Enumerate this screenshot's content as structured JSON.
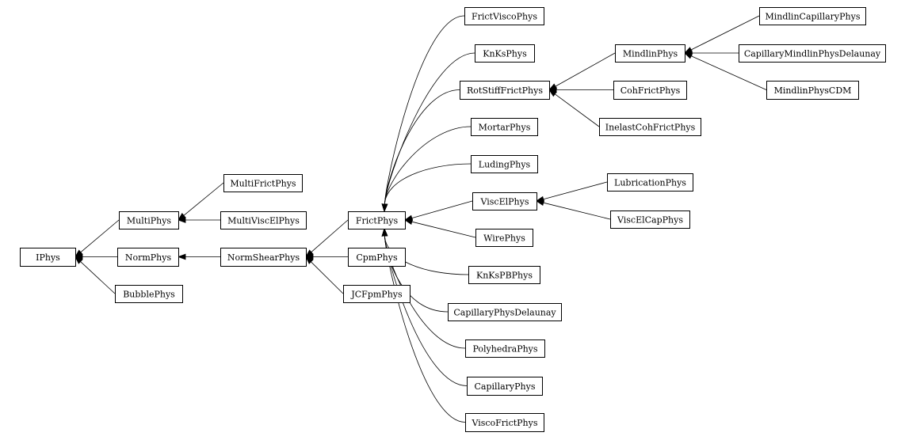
{
  "diagram": {
    "colors": {
      "node_fill": "#ffffff",
      "node_stroke": "#000000",
      "edge": "#000000",
      "text": "#000000"
    },
    "nodes": [
      {
        "id": "IPhys",
        "label": "IPhys"
      },
      {
        "id": "MultiPhys",
        "label": "MultiPhys"
      },
      {
        "id": "NormPhys",
        "label": "NormPhys"
      },
      {
        "id": "BubblePhys",
        "label": "BubblePhys"
      },
      {
        "id": "MultiFrictPhys",
        "label": "MultiFrictPhys"
      },
      {
        "id": "MultiViscElPhys",
        "label": "MultiViscElPhys"
      },
      {
        "id": "NormShearPhys",
        "label": "NormShearPhys"
      },
      {
        "id": "FrictPhys",
        "label": "FrictPhys"
      },
      {
        "id": "CpmPhys",
        "label": "CpmPhys"
      },
      {
        "id": "JCFpmPhys",
        "label": "JCFpmPhys"
      },
      {
        "id": "FrictViscoPhys",
        "label": "FrictViscoPhys"
      },
      {
        "id": "KnKsPhys",
        "label": "KnKsPhys"
      },
      {
        "id": "RotStiffFrictPhys",
        "label": "RotStiffFrictPhys"
      },
      {
        "id": "MortarPhys",
        "label": "MortarPhys"
      },
      {
        "id": "LudingPhys",
        "label": "LudingPhys"
      },
      {
        "id": "ViscElPhys",
        "label": "ViscElPhys"
      },
      {
        "id": "WirePhys",
        "label": "WirePhys"
      },
      {
        "id": "KnKsPBPhys",
        "label": "KnKsPBPhys"
      },
      {
        "id": "CapillaryPhysDelaunay",
        "label": "CapillaryPhysDelaunay"
      },
      {
        "id": "PolyhedraPhys",
        "label": "PolyhedraPhys"
      },
      {
        "id": "CapillaryPhys",
        "label": "CapillaryPhys"
      },
      {
        "id": "ViscoFrictPhys",
        "label": "ViscoFrictPhys"
      },
      {
        "id": "MindlinPhys",
        "label": "MindlinPhys"
      },
      {
        "id": "CohFrictPhys",
        "label": "CohFrictPhys"
      },
      {
        "id": "InelastCohFrictPhys",
        "label": "InelastCohFrictPhys"
      },
      {
        "id": "LubricationPhys",
        "label": "LubricationPhys"
      },
      {
        "id": "ViscElCapPhys",
        "label": "ViscElCapPhys"
      },
      {
        "id": "MindlinCapillaryPhys",
        "label": "MindlinCapillaryPhys"
      },
      {
        "id": "CapillaryMindlinPhysDelaunay",
        "label": "CapillaryMindlinPhysDelaunay"
      },
      {
        "id": "MindlinPhysCDM",
        "label": "MindlinPhysCDM"
      }
    ],
    "edges": [
      {
        "from": "MultiPhys",
        "to": "IPhys"
      },
      {
        "from": "NormPhys",
        "to": "IPhys"
      },
      {
        "from": "BubblePhys",
        "to": "IPhys"
      },
      {
        "from": "MultiFrictPhys",
        "to": "MultiPhys"
      },
      {
        "from": "MultiViscElPhys",
        "to": "MultiPhys"
      },
      {
        "from": "NormShearPhys",
        "to": "NormPhys"
      },
      {
        "from": "FrictPhys",
        "to": "NormShearPhys"
      },
      {
        "from": "CpmPhys",
        "to": "NormShearPhys"
      },
      {
        "from": "JCFpmPhys",
        "to": "NormShearPhys"
      },
      {
        "from": "FrictViscoPhys",
        "to": "FrictPhys"
      },
      {
        "from": "KnKsPhys",
        "to": "FrictPhys"
      },
      {
        "from": "RotStiffFrictPhys",
        "to": "FrictPhys"
      },
      {
        "from": "MortarPhys",
        "to": "FrictPhys"
      },
      {
        "from": "LudingPhys",
        "to": "FrictPhys"
      },
      {
        "from": "ViscElPhys",
        "to": "FrictPhys"
      },
      {
        "from": "WirePhys",
        "to": "FrictPhys"
      },
      {
        "from": "KnKsPBPhys",
        "to": "FrictPhys"
      },
      {
        "from": "CapillaryPhysDelaunay",
        "to": "FrictPhys"
      },
      {
        "from": "PolyhedraPhys",
        "to": "FrictPhys"
      },
      {
        "from": "CapillaryPhys",
        "to": "FrictPhys"
      },
      {
        "from": "ViscoFrictPhys",
        "to": "FrictPhys"
      },
      {
        "from": "MindlinPhys",
        "to": "RotStiffFrictPhys"
      },
      {
        "from": "CohFrictPhys",
        "to": "RotStiffFrictPhys"
      },
      {
        "from": "InelastCohFrictPhys",
        "to": "RotStiffFrictPhys"
      },
      {
        "from": "LubricationPhys",
        "to": "ViscElPhys"
      },
      {
        "from": "ViscElCapPhys",
        "to": "ViscElPhys"
      },
      {
        "from": "MindlinCapillaryPhys",
        "to": "MindlinPhys"
      },
      {
        "from": "CapillaryMindlinPhysDelaunay",
        "to": "MindlinPhys"
      },
      {
        "from": "MindlinPhysCDM",
        "to": "MindlinPhys"
      }
    ]
  }
}
